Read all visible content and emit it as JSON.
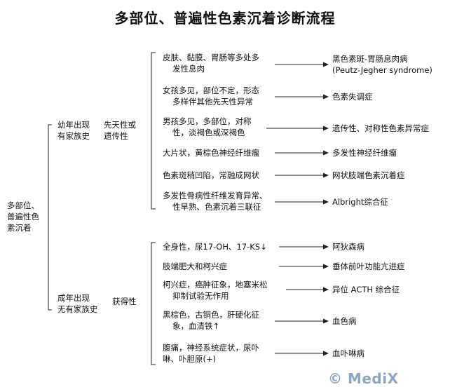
{
  "title": "多部位、普遍性色素沉着诊断流程",
  "root": [
    "多部位、",
    "普遍性色",
    "素沉着"
  ],
  "branches": [
    {
      "group": [
        "幼年出现",
        "有家族史"
      ],
      "cause": [
        "先天性或",
        "遗传性"
      ],
      "items": [
        {
          "symptom": [
            "皮肤、黏膜、胃肠等多处多",
            "发性息肉"
          ],
          "diagnosis": [
            "黑色素斑-胃肠息肉病",
            "(Peutz-Jegher syndrome)"
          ]
        },
        {
          "symptom": [
            "女孩多见，部位不定，形态",
            "多样伴其他先天性异常"
          ],
          "diagnosis": [
            "色素失调症"
          ]
        },
        {
          "symptom": [
            "男孩多见，多部位，对称",
            "性，淡褐色或深褐色"
          ],
          "diagnosis": [
            "遗传性、对称性色素异常症"
          ]
        },
        {
          "symptom": [
            "大片状，黄棕色神经纤维瘤"
          ],
          "diagnosis": [
            "多发性神经纤维瘤"
          ]
        },
        {
          "symptom": [
            "色素斑稍凹陷，常融成网状"
          ],
          "diagnosis": [
            "网状肢端色素沉着症"
          ]
        },
        {
          "symptom": [
            "多发性骨病性纤维发育异常、",
            "性早熟、色素沉着三联征"
          ],
          "diagnosis": [
            "Albright综合征"
          ]
        }
      ]
    },
    {
      "group": [
        "成年出现",
        "无有家族史"
      ],
      "cause": [
        "获得性"
      ],
      "items": [
        {
          "symptom": [
            "全身性，尿17-OH、17-KS↓"
          ],
          "diagnosis": [
            "阿狄森病"
          ]
        },
        {
          "symptom": [
            "肢端肥大和柯兴症"
          ],
          "diagnosis": [
            "垂体前叶功能亢进症"
          ]
        },
        {
          "symptom": [
            "柯兴症，癌肿征象，地塞米松",
            "抑制试验无作用"
          ],
          "diagnosis": [
            "异位 ACTH 综合征"
          ]
        },
        {
          "symptom": [
            "黑棕色，古铜色，肝硬化征",
            "象，血清铁↑"
          ],
          "diagnosis": [
            "血色病"
          ]
        },
        {
          "symptom": [
            "腹痛，神经系统症状，尿卟",
            "啉、卟胆原(+)"
          ],
          "diagnosis": [
            "血卟啉病"
          ]
        }
      ]
    }
  ],
  "watermark": "© MediX"
}
